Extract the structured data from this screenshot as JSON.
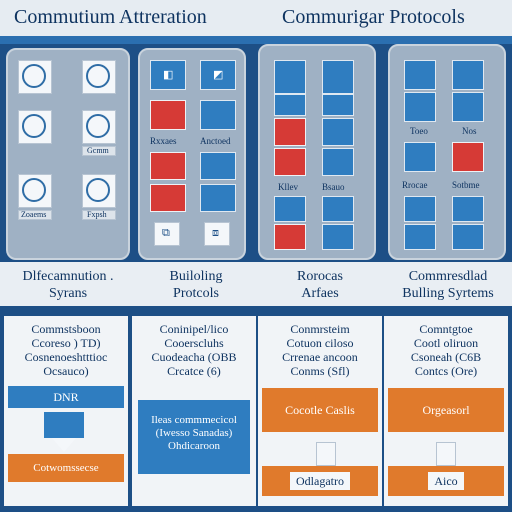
{
  "header": {
    "title_left": "Commutium Attreration",
    "title_right": "Commurigar Protocols"
  },
  "panels": [
    {
      "caption_lines": [
        "Dlfecamnution .",
        "Syrans"
      ],
      "labels": [
        "Gcmm",
        "Zoaems",
        "Fxpsh"
      ],
      "glyphs": []
    },
    {
      "caption_lines": [
        "Builoling",
        "Protcols"
      ],
      "labels": [
        "Rxxaes",
        "Anctoed"
      ],
      "glyphs": [
        "◧",
        "◩",
        "⧉",
        "⧈"
      ]
    },
    {
      "caption_lines": [
        "Rorocas",
        "Arfaes"
      ],
      "labels": [
        "Kllev",
        "Bsauo"
      ],
      "glyphs": []
    },
    {
      "caption_lines": [
        "Commresdlad",
        "Bulling Syrtems"
      ],
      "labels": [
        "Toeo",
        "Nos",
        "Rrocae",
        "Sotbme"
      ],
      "glyphs": []
    }
  ],
  "bottom": [
    {
      "title_lines": [
        "Commstsboon",
        "Ccoreso ) TD)",
        "Cosnenoeshtttioc",
        "Ocsauco)"
      ],
      "blocks": [
        {
          "label": "DNR",
          "color": "blue"
        },
        {
          "label": "Cotwomssecse",
          "color": "orange"
        }
      ]
    },
    {
      "title_lines": [
        "Coninipel/lico",
        "Cooerscluhs",
        "Cuodeacha (OBB",
        "Crcatce (6)"
      ],
      "blocks": [
        {
          "label": "Ileas commmecicol (Iwesso Sanadas) Ohdicaroon",
          "color": "blue"
        }
      ]
    },
    {
      "title_lines": [
        "Conmrsteim",
        "Cotuon ciloso",
        "Crrenae ancoon",
        "Conms (Sfl)"
      ],
      "blocks": [
        {
          "label": "Cocotle Caslis",
          "color": "orange"
        },
        {
          "label": "Odlagatro",
          "color": "white"
        }
      ]
    },
    {
      "title_lines": [
        "Comntgtoe",
        "Cootl oliruon",
        "Csoneah (C6B",
        "Contcs (Ore)"
      ],
      "blocks": [
        {
          "label": "Orgeasorl",
          "color": "orange"
        },
        {
          "label": "Aico",
          "color": "white"
        }
      ]
    }
  ],
  "colors": {
    "background": "#1d4f86",
    "accent_blue": "#2f7dc0",
    "accent_red": "#d63a36",
    "accent_orange": "#e07a2c"
  }
}
